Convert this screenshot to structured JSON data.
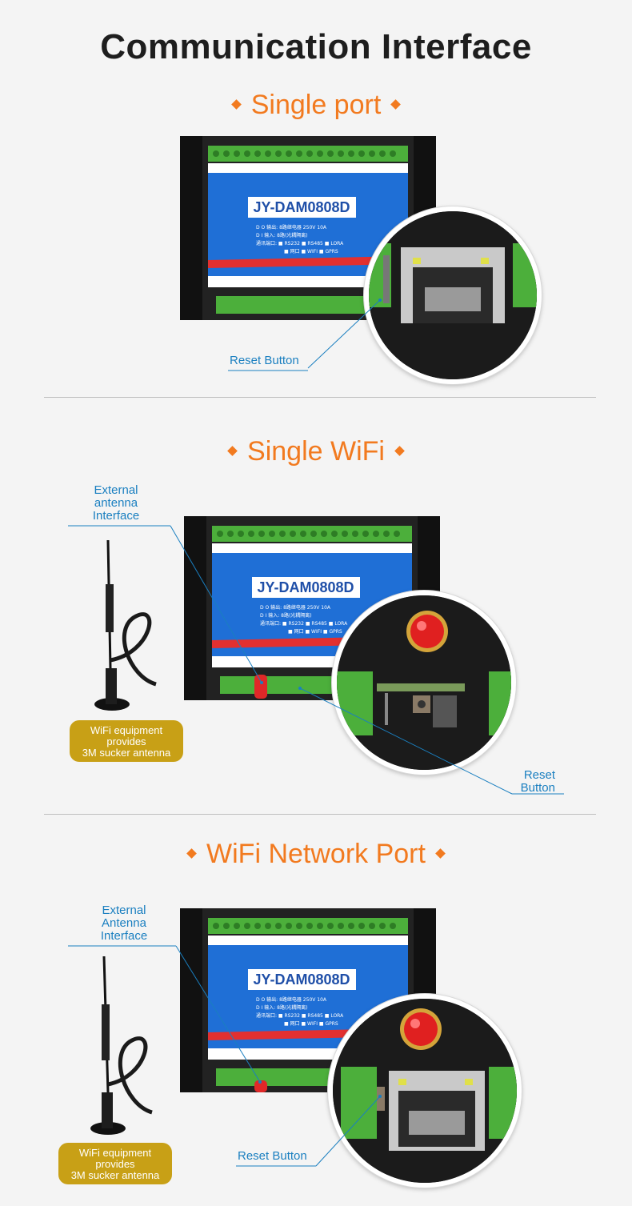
{
  "page_title": "Communication Interface",
  "sections": [
    {
      "title": "Single port",
      "device": {
        "model": "JY-DAM0808D",
        "spec_do": "D O 输出: 8路继电器 250V 10A",
        "spec_di": "D I 输入: 8路(光耦隔离)",
        "spec_comm": "通讯端口: ■ RS232 ■ RS485 ■ LORA",
        "spec_comm2": "■ 网口 ■ WIFI ■ GPRS"
      },
      "labels": {
        "reset": "Reset Button"
      }
    },
    {
      "title": "Single WiFi",
      "device": {
        "model": "JY-DAM0808D",
        "spec_do": "D O 输出: 8路继电器 250V 10A",
        "spec_di": "D I 输入: 8路(光耦隔离)",
        "spec_comm": "通讯端口: ■ RS232 ■ RS485 ■ LORA",
        "spec_comm2": "■ 网口 ■ WIFI ■ GPRS"
      },
      "labels": {
        "antenna": "External antenna Interface",
        "antenna_lines": [
          "External",
          "antenna",
          "Interface"
        ],
        "reset_lines": [
          "Reset",
          "Button"
        ],
        "badge_lines": [
          "WiFi equipment",
          "provides",
          "3M sucker antenna"
        ]
      }
    },
    {
      "title": "WiFi Network Port",
      "device": {
        "model": "JY-DAM0808D",
        "spec_do": "D O 输出: 8路继电器 250V 10A",
        "spec_di": "D I 输入: 8路(光耦隔离)",
        "spec_comm": "通讯端口: ■ RS232 ■ RS485 ■ LORA",
        "spec_comm2": "■ 网口 ■ WIFI ■ GPRS"
      },
      "labels": {
        "antenna_lines": [
          "External",
          "Antenna",
          "Interface"
        ],
        "reset": "Reset Button",
        "badge_lines": [
          "WiFi equipment",
          "provides",
          "3M sucker antenna"
        ]
      }
    }
  ],
  "colors": {
    "title": "#1e1e1e",
    "accent": "#f27a1f",
    "label": "#1a7fc0",
    "badge": "#c8a016",
    "panel": "#1f6fd6"
  }
}
